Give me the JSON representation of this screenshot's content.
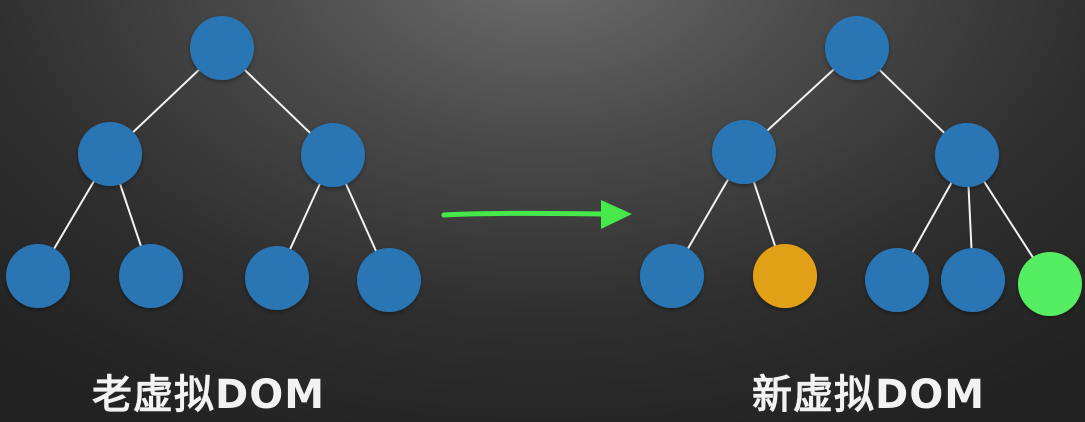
{
  "old_tree": {
    "caption": "老虚拟DOM",
    "nodes": [
      {
        "id": "o-root",
        "color": "#2a74b4"
      },
      {
        "id": "o-left",
        "parent": "o-root",
        "color": "#2a74b4"
      },
      {
        "id": "o-right",
        "parent": "o-root",
        "color": "#2a74b4"
      },
      {
        "id": "o-ll",
        "parent": "o-left",
        "color": "#2a74b4"
      },
      {
        "id": "o-lr",
        "parent": "o-left",
        "color": "#2a74b4"
      },
      {
        "id": "o-rl",
        "parent": "o-right",
        "color": "#2a74b4"
      },
      {
        "id": "o-rr",
        "parent": "o-right",
        "color": "#2a74b4"
      }
    ]
  },
  "new_tree": {
    "caption": "新虚拟DOM",
    "nodes": [
      {
        "id": "n-root",
        "color": "#2a74b4"
      },
      {
        "id": "n-left",
        "parent": "n-root",
        "color": "#2a74b4"
      },
      {
        "id": "n-right",
        "parent": "n-root",
        "color": "#2a74b4"
      },
      {
        "id": "n-ll",
        "parent": "n-left",
        "color": "#2a74b4"
      },
      {
        "id": "n-lr",
        "parent": "n-left",
        "color": "#e2a017",
        "status": "changed"
      },
      {
        "id": "n-rl",
        "parent": "n-right",
        "color": "#2a74b4"
      },
      {
        "id": "n-rm",
        "parent": "n-right",
        "color": "#2a74b4"
      },
      {
        "id": "n-rr",
        "parent": "n-right",
        "color": "#55ee62",
        "status": "added"
      }
    ]
  },
  "colors": {
    "node": "#2a74b4",
    "changed_node": "#e2a017",
    "added_node": "#55ee62",
    "edge": "#f2f2f2",
    "arrow": "#46e84a",
    "caption": "#f2f2f2"
  }
}
